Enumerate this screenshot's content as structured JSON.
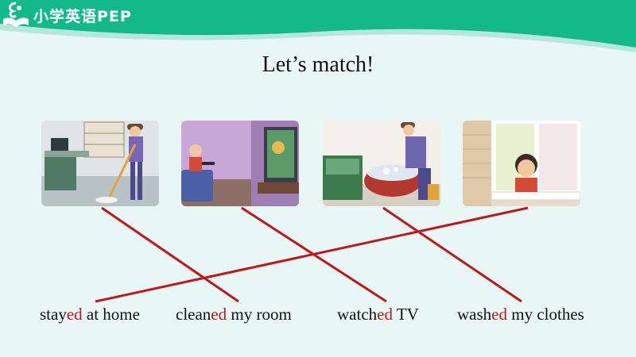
{
  "header": {
    "brand": "小学英语PEP",
    "logo_icon": "book-logo-icon"
  },
  "title": "Let’s match!",
  "pictures": [
    {
      "icon": "mopping-floor-scene"
    },
    {
      "icon": "watching-tv-scene"
    },
    {
      "icon": "washing-clothes-scene"
    },
    {
      "icon": "girl-at-window-scene"
    }
  ],
  "phrases": [
    {
      "stem": "stay",
      "suffix": "ed",
      "rest": " at home"
    },
    {
      "stem": "clean",
      "suffix": "ed",
      "rest": " my room"
    },
    {
      "stem": "watch",
      "suffix": "ed",
      "rest": " TV"
    },
    {
      "stem": "wash",
      "suffix": "ed",
      "rest": " my clothes"
    }
  ],
  "colors": {
    "header": "#14b98a",
    "background": "#e8f7f6",
    "line": "#c0181a",
    "suffix": "#c0181a"
  }
}
